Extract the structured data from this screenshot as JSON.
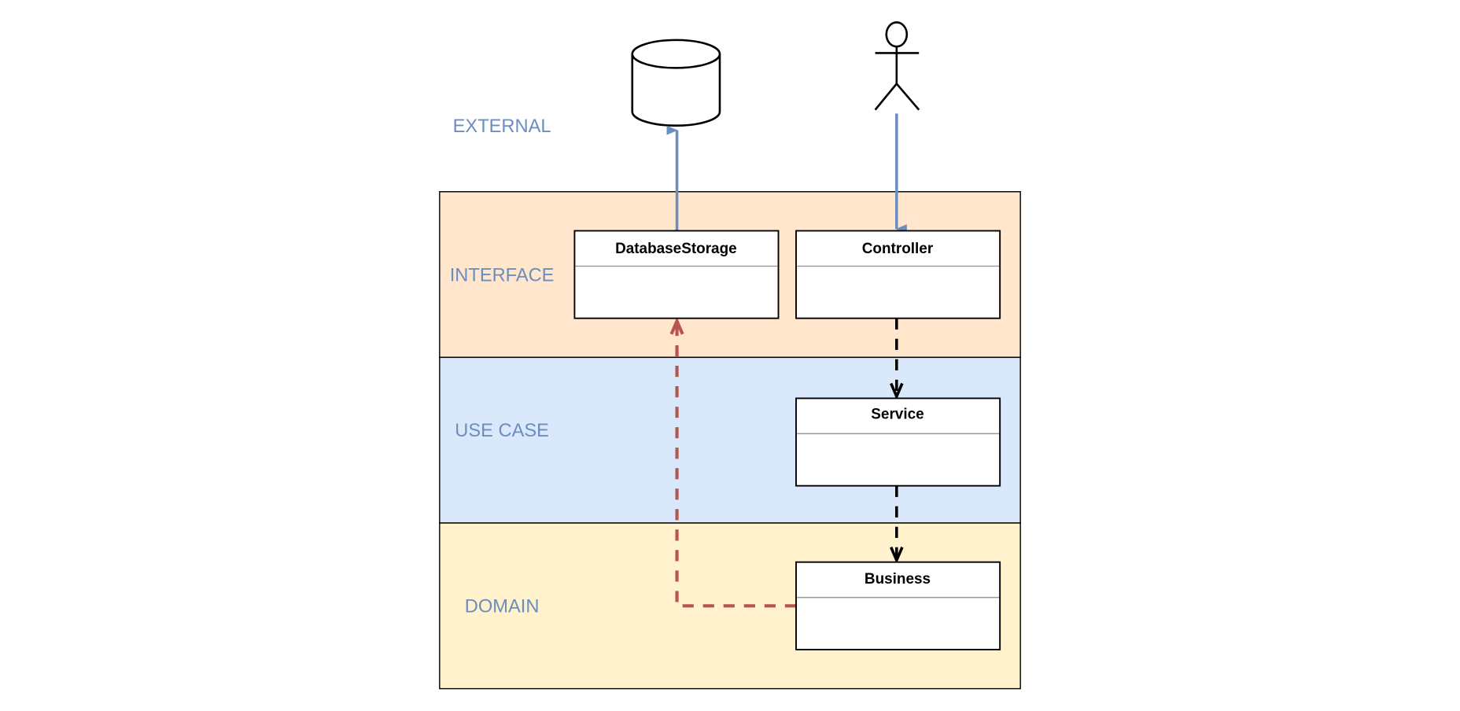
{
  "layers": {
    "external": "EXTERNAL",
    "interface": "INTERFACE",
    "use_case": "USE CASE",
    "domain": "DOMAIN"
  },
  "classes": {
    "database_storage": "DatabaseStorage",
    "controller": "Controller",
    "service": "Service",
    "business": "Business"
  },
  "colors": {
    "interface_fill": "#ffe6cc",
    "use_case_fill": "#dae8fc",
    "domain_fill": "#fff2cc",
    "external_arrow": "#6c8ebf",
    "dependency_inversion_arrow": "#b85450",
    "label_text": "#6c8ebf"
  },
  "icons": {
    "database": "database-cylinder-icon",
    "actor": "user-actor-icon"
  }
}
